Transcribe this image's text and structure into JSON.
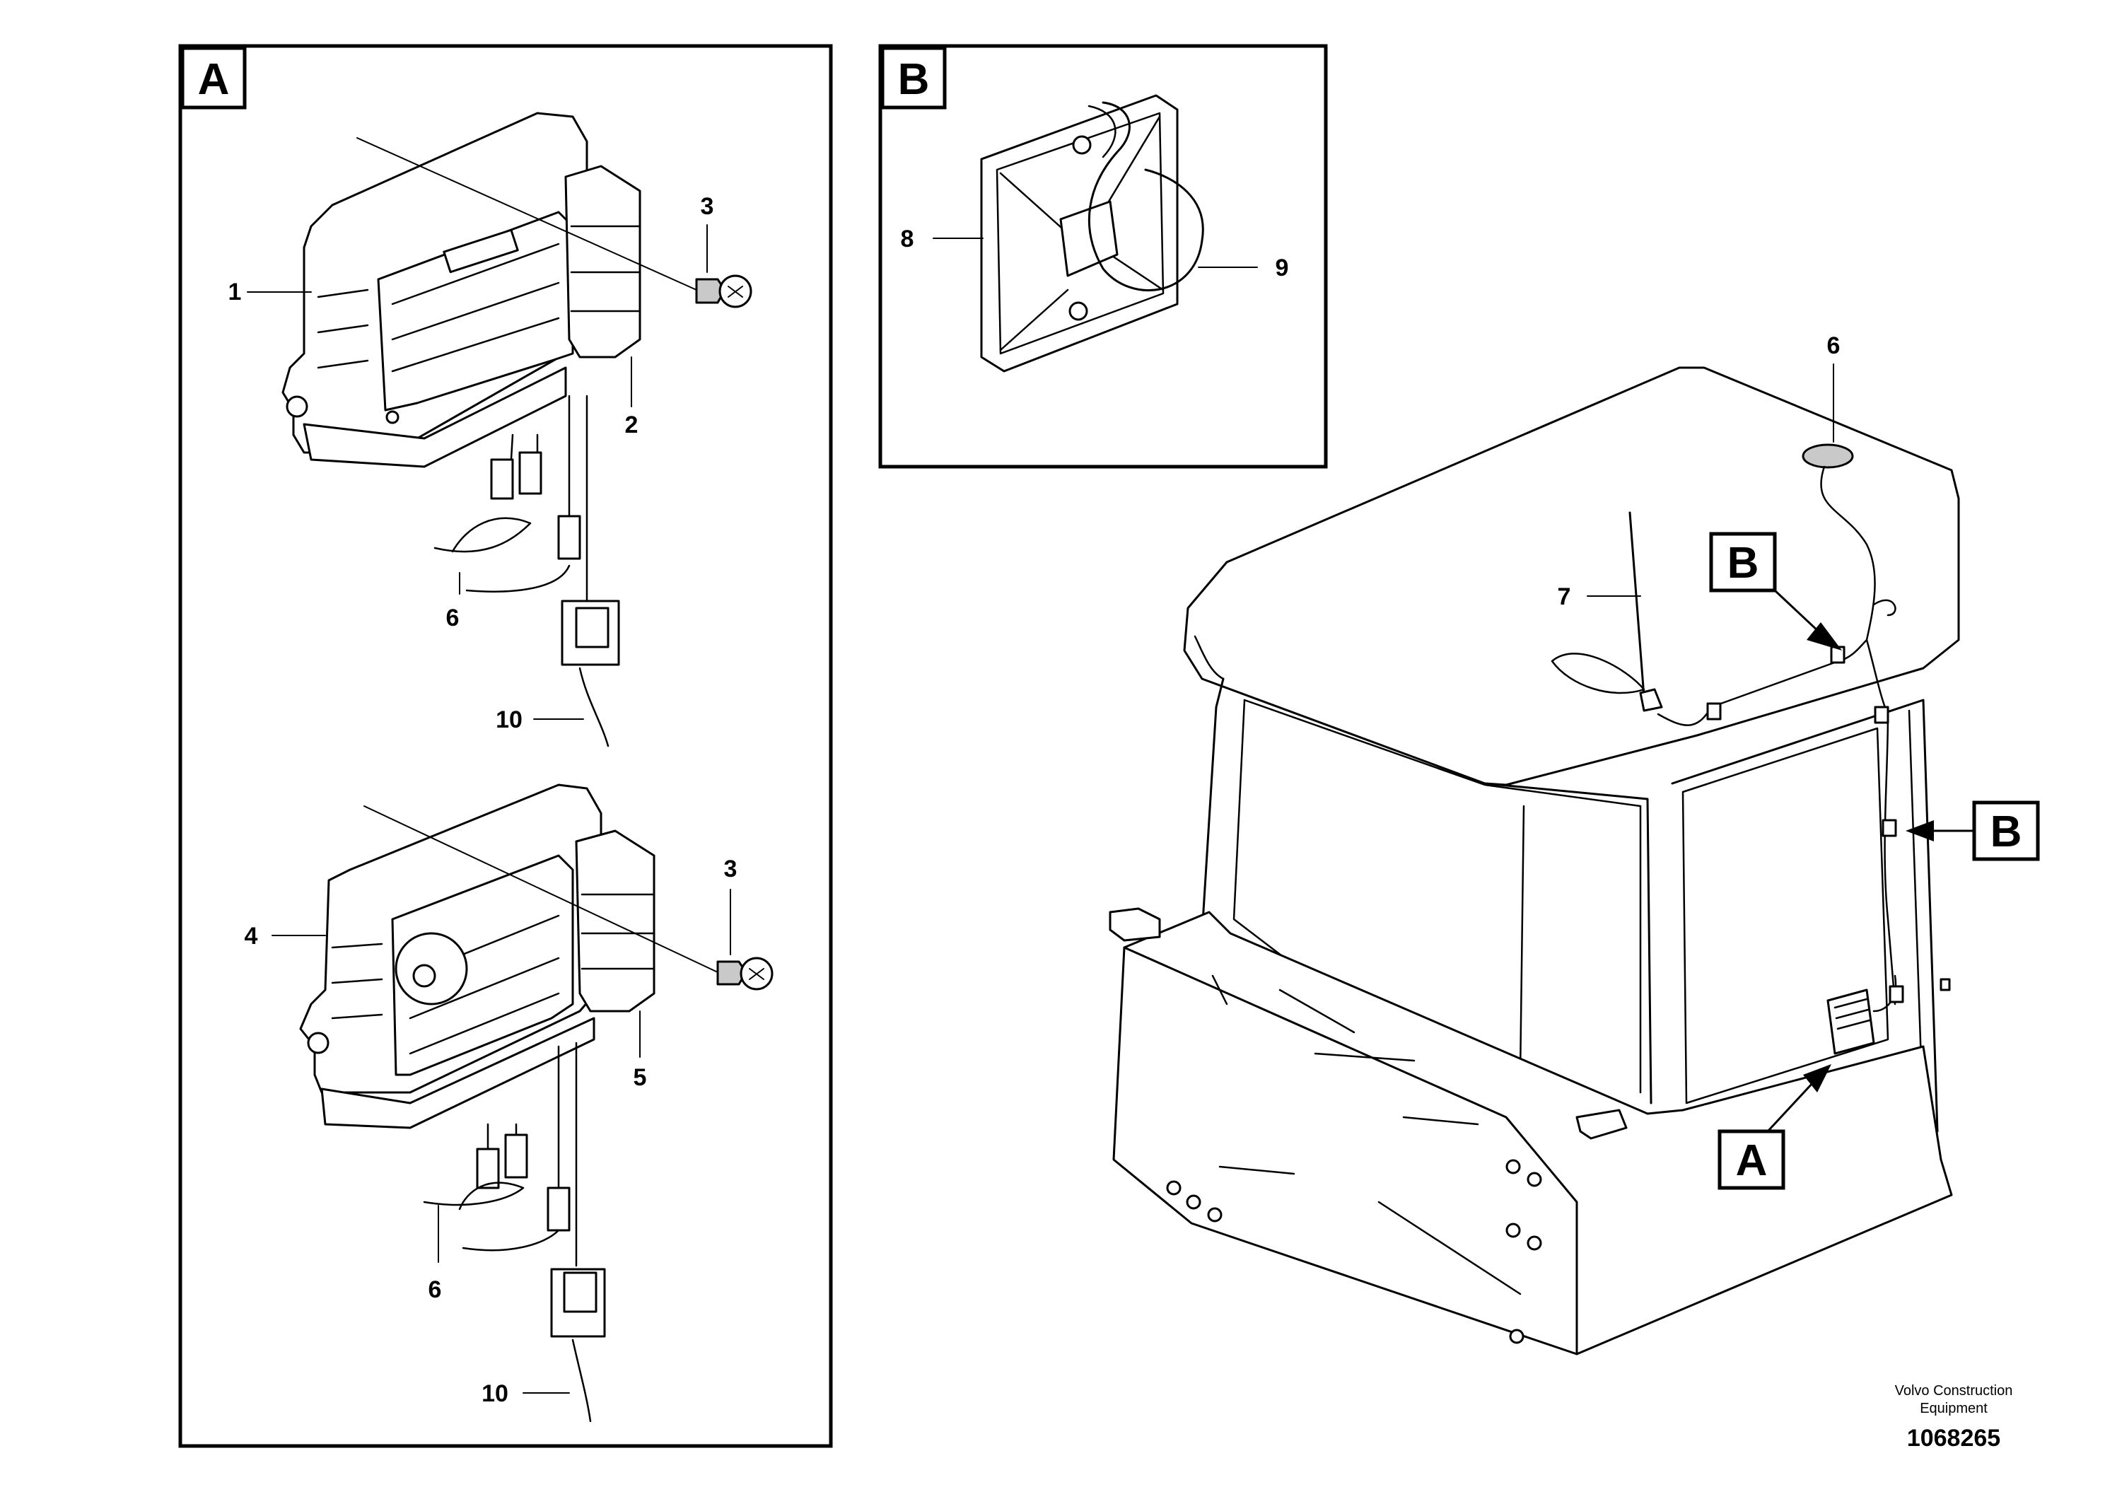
{
  "panel_a": {
    "label": "A",
    "callouts_upper": [
      "1",
      "2",
      "3",
      "6",
      "10"
    ],
    "callouts_lower": [
      "4",
      "5",
      "3",
      "6",
      "10"
    ]
  },
  "panel_b": {
    "label": "B",
    "callouts": [
      "8",
      "9"
    ]
  },
  "cab": {
    "callouts": [
      "6",
      "7"
    ],
    "ref_labels": [
      "B",
      "B",
      "A"
    ]
  },
  "footer": {
    "company_line1": "Volvo Construction",
    "company_line2": "Equipment",
    "doc_number": "1068265"
  }
}
